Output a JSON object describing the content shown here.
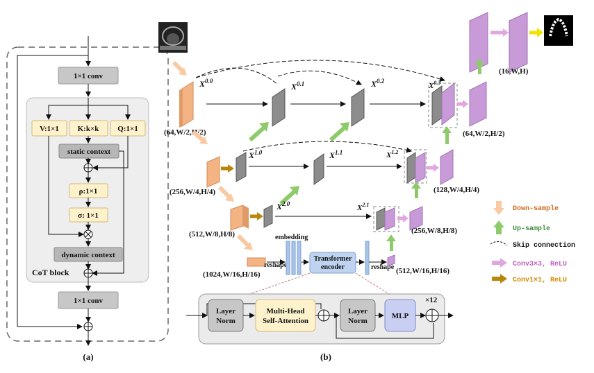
{
  "panel_a": {
    "conv_top": "1×1 conv",
    "v_box": "V:1×1",
    "k_box": "K:k×k",
    "q_box": "Q:1×1",
    "static_context": "static context",
    "rho_box": "ρ:1×1",
    "sigma_box": "σ: 1×1",
    "dynamic_context": "dynamic context",
    "block_title": "CoT block",
    "conv_bottom": "1×1 conv",
    "caption": "(a)"
  },
  "panel_b": {
    "caption": "(b)",
    "nodes": {
      "x00": "X",
      "x00_sup": "0.0",
      "x01": "X",
      "x01_sup": "0.1",
      "x02": "X",
      "x02_sup": "0.2",
      "x03": "X",
      "x03_sup": "0.3",
      "x10": "X",
      "x10_sup": "1.0",
      "x11": "X",
      "x11_sup": "1.1",
      "x12": "X",
      "x12_sup": "1.2",
      "x20": "X",
      "x20_sup": "2.0",
      "x21": "X",
      "x21_sup": "2.1"
    },
    "dims": {
      "l0": "(64,W/2,H/2)",
      "l1": "(256,W/4,H/4)",
      "l2": "(512,W/8,H/8)",
      "l3": "(1024,W/16,H/16)",
      "r0": "(64,W/2,H/2)",
      "r1": "(128,W/4,H/4)",
      "r2": "(256,W/8,H/8)",
      "r3": "(512,W/16,H/16)",
      "top": "(16,W,H)"
    },
    "embedding": "embedding",
    "reshape_left": "reshape",
    "reshape_right": "reshape",
    "transformer_encoder_line1": "Transformer",
    "transformer_encoder_line2": "encoder",
    "encoder_detail": {
      "layer_norm_1a": "Layer",
      "layer_norm_1b": "Norm",
      "mhsa_a": "Multi-Head",
      "mhsa_b": "Self-Attention",
      "layer_norm_2a": "Layer",
      "layer_norm_2b": "Norm",
      "mlp": "MLP",
      "repeat": "×12"
    }
  },
  "legend": {
    "down": "Down-sample",
    "up": "Up-sample",
    "skip": "Skip connection",
    "conv33": "Conv3×3, ReLU",
    "conv11": "Conv1×1, ReLU"
  },
  "colors": {
    "orange_cube": "#f4b383",
    "gray_cube": "#8c8c8c",
    "purple_cube": "#c89ad8",
    "down_arrow": "#f9c9a2",
    "up_arrow": "#8fca6a",
    "conv33_arrow": "#e0a6e0",
    "conv11_arrow": "#b8860b",
    "yellow_arrow": "#f2e200",
    "cot_yellow": "#fdf2cc",
    "cot_gray": "#b7b7b7",
    "encoder_blue": "#bdd3f0",
    "mhsa_yellow": "#fdf2cc"
  }
}
